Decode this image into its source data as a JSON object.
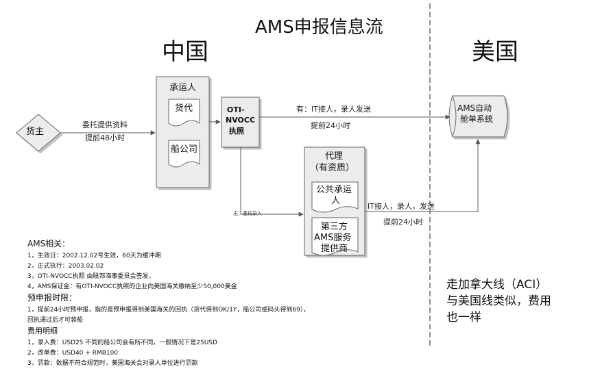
{
  "title": "AMS申报信息流",
  "regions": {
    "china": "中国",
    "usa": "美国"
  },
  "nodes": {
    "shipper": "货主",
    "carrier": {
      "title": "承运人",
      "forwarder": "货代",
      "shipping_company": "船公司"
    },
    "license": {
      "line1": "OTI-",
      "line2": "NVOCC",
      "line3": "执照"
    },
    "agent": {
      "title_line1": "代理",
      "title_line2": "（有资质）",
      "public_carrier_line1": "公共承运",
      "public_carrier_line2": "人",
      "third_party_line1": "第三方",
      "third_party_line2": "AMS服务",
      "third_party_line3": "提供商"
    },
    "ams_system": {
      "line1": "AMS自动",
      "line2": "舱单系统"
    }
  },
  "arrows": {
    "shipper_to_carrier": {
      "line1": "委托提供资料",
      "line2": "提前48小时"
    },
    "carrier_to_ams": {
      "line1": "有：IT接人，录人发送",
      "line2": "提前24小时"
    },
    "license_to_agent": "无：委托录入",
    "agent_to_ams": {
      "line1": "IT接人，录人，发送",
      "line2": "提前24小时"
    }
  },
  "notes": {
    "ams_heading": "AMS相关：",
    "ams_items": [
      "1，生效日：2002.12.02号生效，60天为缓冲期",
      "2，正式执行：2003.02.02",
      "3，OTI-NVOCC执照 由联邦海事委员会签发，",
      "4，AMS保证金：有OTI-NVOCC执照的企业向美国海关缴纳至少50,000美金"
    ],
    "deadline_heading": "预申报时限：",
    "deadline_items": [
      "1，提前24小时预申报，指的是预申报得到美国海关的回执（货代得到OK/1Y，船公司或码头得到69），",
      "回执通过后才可装船"
    ],
    "fee_heading": "费用明细",
    "fee_items": [
      "1，录入费：USD25  不同的船公司会有所不同，一般情况下是25USD",
      "2，改单费：USD40 + RMB100",
      "3，罚款：数据不符合规范时，美国海关会对录人单位进行罚款"
    ]
  },
  "aci_note": {
    "line1": "走加拿大线（ACI）",
    "line2": "与美国线类似，费用",
    "line3": "也一样"
  }
}
